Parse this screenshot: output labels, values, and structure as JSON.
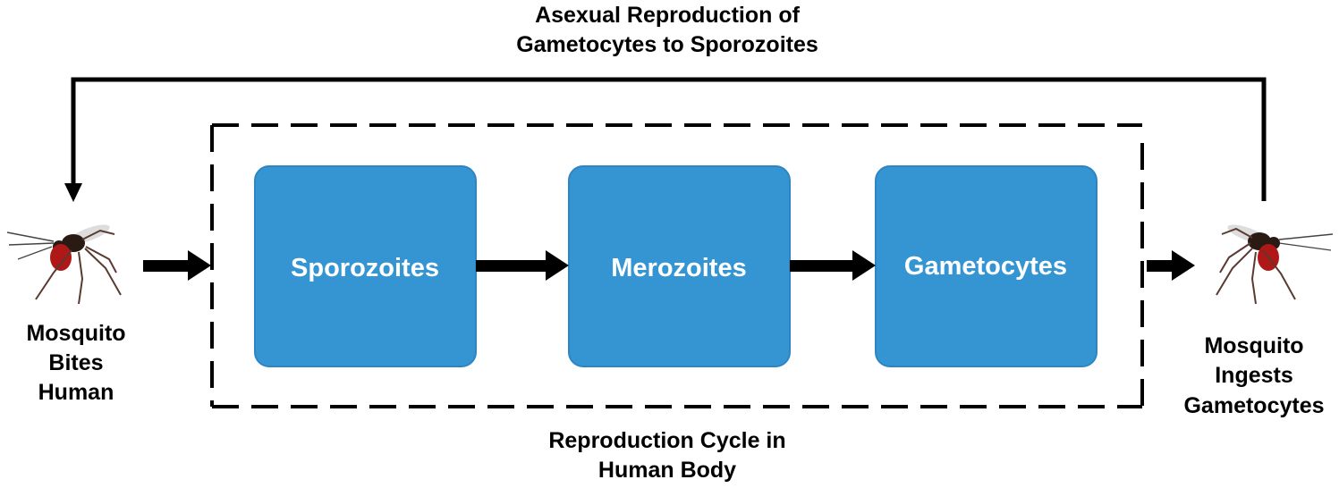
{
  "top_label": {
    "line1": "Asexual Reproduction of",
    "line2": "Gametocytes to Sporozoites"
  },
  "bottom_label": {
    "line1": "Reproduction Cycle in",
    "line2": "Human Body"
  },
  "stages": [
    {
      "label": "Sporozoites"
    },
    {
      "label": "Merozoites"
    },
    {
      "label": "Gametocytes"
    }
  ],
  "left_caption": {
    "line1": "Mosquito",
    "line2": "Bites",
    "line3": "Human"
  },
  "right_caption": {
    "line1": "Mosquito",
    "line2": "Ingests",
    "line3": "Gametocytes"
  },
  "colors": {
    "box_fill": "#3595d3",
    "box_stroke": "#2d86c3",
    "arrow": "#000000",
    "mosquito_body": "#b01818",
    "mosquito_dark": "#2a1a14"
  },
  "icons": [
    "mosquito-icon",
    "arrow-right-icon",
    "arrow-down-icon"
  ]
}
